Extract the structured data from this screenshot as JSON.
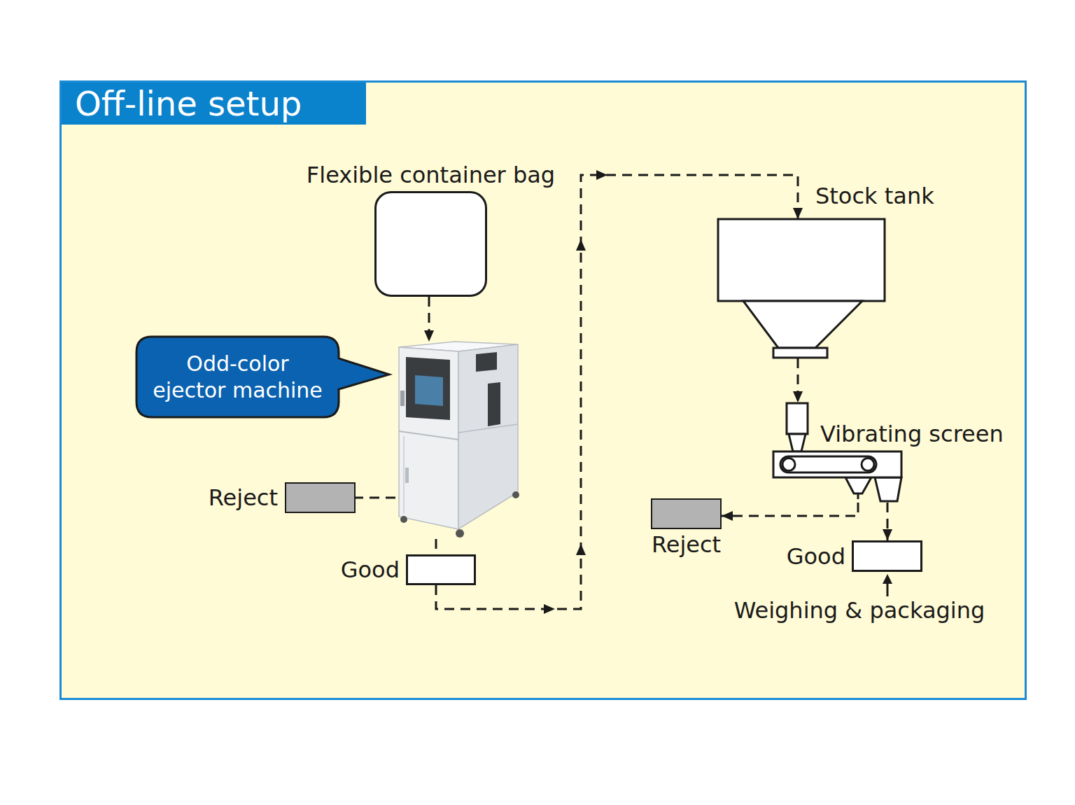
{
  "diagram": {
    "title": "Off-line setup",
    "nodes": [
      {
        "text": [
          "Flexible container bag"
        ]
      },
      {
        "text": [
          "Odd-color ejector machine"
        ]
      },
      {
        "text": [
          "Reject"
        ]
      },
      {
        "text": [
          "Good"
        ]
      },
      {
        "text": [
          "Stock tank"
        ]
      },
      {
        "text": [
          "Vibrating screen"
        ]
      },
      {
        "text": [
          "Reject"
        ]
      },
      {
        "text": [
          "Good"
        ]
      }
    ],
    "edges": [
      {
        "from": 0,
        "to": 1,
        "arrow": "to"
      },
      {
        "from": 1,
        "to": 2,
        "arrow": "none"
      },
      {
        "from": 1,
        "to": 3,
        "arrow": "none"
      },
      {
        "from": 3,
        "to": 4,
        "arrow": "to"
      },
      {
        "from": 4,
        "to": 5,
        "arrow": "to"
      },
      {
        "from": 5,
        "to": 6,
        "arrow": "to"
      },
      {
        "from": 5,
        "to": 7,
        "arrow": "to"
      }
    ],
    "labels": [
      "Weighing & packaging"
    ]
  }
}
